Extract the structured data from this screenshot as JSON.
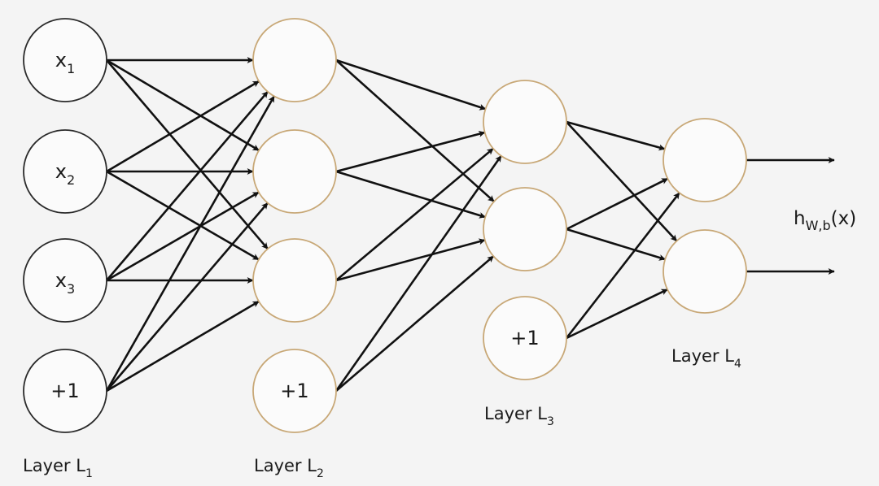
{
  "colors": {
    "input_node_stroke": "#2a2a2a",
    "hidden_node_stroke": "#c8a877",
    "edge": "#111111",
    "background": "#f4f4f4"
  },
  "layers": [
    {
      "label": {
        "base": "Layer L",
        "sub": "1"
      },
      "nodes": [
        {
          "label": {
            "base": "x",
            "sub": "1"
          }
        },
        {
          "label": {
            "base": "x",
            "sub": "2"
          }
        },
        {
          "label": {
            "base": "x",
            "sub": "3"
          }
        },
        {
          "label": {
            "base": "+1",
            "sub": ""
          },
          "bias": true
        }
      ]
    },
    {
      "label": {
        "base": "Layer L",
        "sub": "2"
      },
      "nodes": [
        {
          "label": {
            "base": "",
            "sub": ""
          }
        },
        {
          "label": {
            "base": "",
            "sub": ""
          }
        },
        {
          "label": {
            "base": "",
            "sub": ""
          }
        },
        {
          "label": {
            "base": "+1",
            "sub": ""
          },
          "bias": true
        }
      ]
    },
    {
      "label": {
        "base": "Layer L",
        "sub": "3"
      },
      "nodes": [
        {
          "label": {
            "base": "",
            "sub": ""
          }
        },
        {
          "label": {
            "base": "",
            "sub": ""
          }
        },
        {
          "label": {
            "base": "+1",
            "sub": ""
          },
          "bias": true
        }
      ]
    },
    {
      "label": {
        "base": "Layer L",
        "sub": "4"
      },
      "nodes": [
        {
          "label": {
            "base": "",
            "sub": ""
          }
        },
        {
          "label": {
            "base": "",
            "sub": ""
          }
        }
      ]
    }
  ],
  "output": {
    "base": "h",
    "sub": "W,b",
    "suffix": "(x)"
  }
}
